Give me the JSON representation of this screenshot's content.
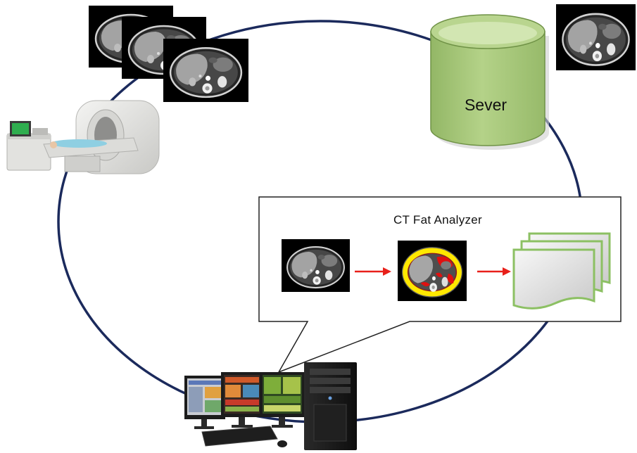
{
  "diagram": {
    "server_label": "Sever",
    "analyzer_title": "CT Fat Analyzer"
  },
  "icons": {
    "scanner": "ct-scanner-icon",
    "server": "database-server-icon",
    "workstation": "workstation-computer-icon",
    "ct_image": "ct-slice-image",
    "fat_image": "fat-segmentation-image",
    "report": "report-documents-icon",
    "arrow": "arrow-right-icon"
  },
  "colors": {
    "ring": "#1b2a5c",
    "server": "#a8c97a",
    "arrow": "#e8201a",
    "document_border": "#8cc063",
    "subcutaneous_fat": "#ffe800",
    "visceral_fat": "#e01010"
  }
}
